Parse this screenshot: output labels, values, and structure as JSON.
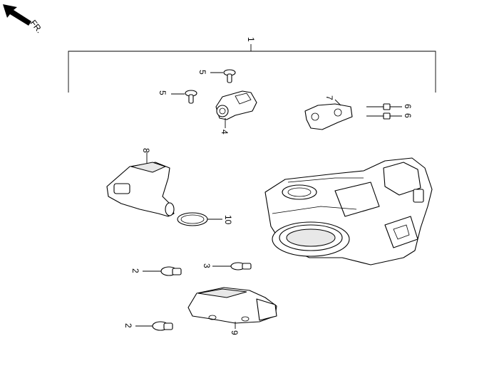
{
  "orientation": {
    "label": "FR."
  },
  "callouts": {
    "c1": "1",
    "c2a": "2",
    "c2b": "2",
    "c3": "3",
    "c4": "4",
    "c5a": "5",
    "c5b": "5",
    "c6a": "6",
    "c6b": "6",
    "c7": "7",
    "c8": "8",
    "c9": "9",
    "c10": "10"
  }
}
